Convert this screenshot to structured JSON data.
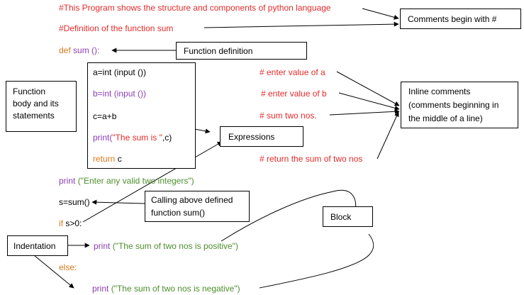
{
  "comments": {
    "line1": "#This Program shows the structure and components of python language",
    "line2": "#Definition of the function sum"
  },
  "code": {
    "def_kw": "def",
    "def_rest": "sum ():",
    "l_a": "a=int (input ())",
    "l_b": "b=int (input ())",
    "l_c": "c=a+b",
    "print1_kw": "print(",
    "print1_str": "\"The sum is \"",
    "print1_rest": ",c)",
    "return_kw": "return",
    "return_rest": "c",
    "print2_kw": "print",
    "print2_str": "(\"Enter any valid two integers\")",
    "s_line": "s=sum()",
    "if_kw": "if",
    "if_rest": "s>0:",
    "print3_kw": "print",
    "print3_str": "(\"The sum of two nos is positive\")",
    "else_kw": "else:",
    "print4_kw": "print",
    "print4_str": "(\"The sum of two nos is negative\")"
  },
  "inline_comments": {
    "c1": "# enter value of a",
    "c2": "# enter value of b",
    "c3": "# sum two nos.",
    "c4": "# return the sum of two nos"
  },
  "labels": {
    "comments_begin": "Comments begin with #",
    "function_definition": "Function definition",
    "function_body": [
      "Function",
      "body and its",
      "statements"
    ],
    "expressions": "Expressions",
    "inline_comments": [
      "Inline comments",
      "(comments beginning in",
      "the middle of a line)"
    ],
    "calling": [
      "Calling above defined",
      "function sum()"
    ],
    "block": "Block",
    "indentation": "Indentation"
  },
  "colors": {
    "comment": "#e32b2b",
    "keyword": "#d9781c",
    "function": "#8c3fb5",
    "string": "#4d8f2c"
  }
}
